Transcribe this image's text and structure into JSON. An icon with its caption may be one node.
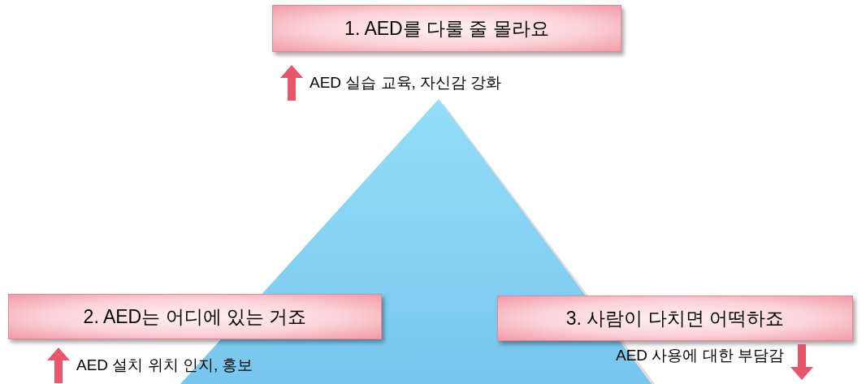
{
  "diagram": {
    "nodes": [
      {
        "text": [
          "1. AED를 다룰 줄 몰라요"
        ],
        "beside": [
          "AED 실습 교육, 자신감 강화"
        ]
      },
      {
        "text": [
          "2. AED는 어디에 있는 거죠"
        ],
        "beside": [
          "AED 설치 위치 인지, 홍보"
        ]
      },
      {
        "text": [
          "3. 사람이 다치면 어떡하죠"
        ],
        "beside": [
          "AED 사용에 대한 부담감"
        ]
      }
    ]
  }
}
